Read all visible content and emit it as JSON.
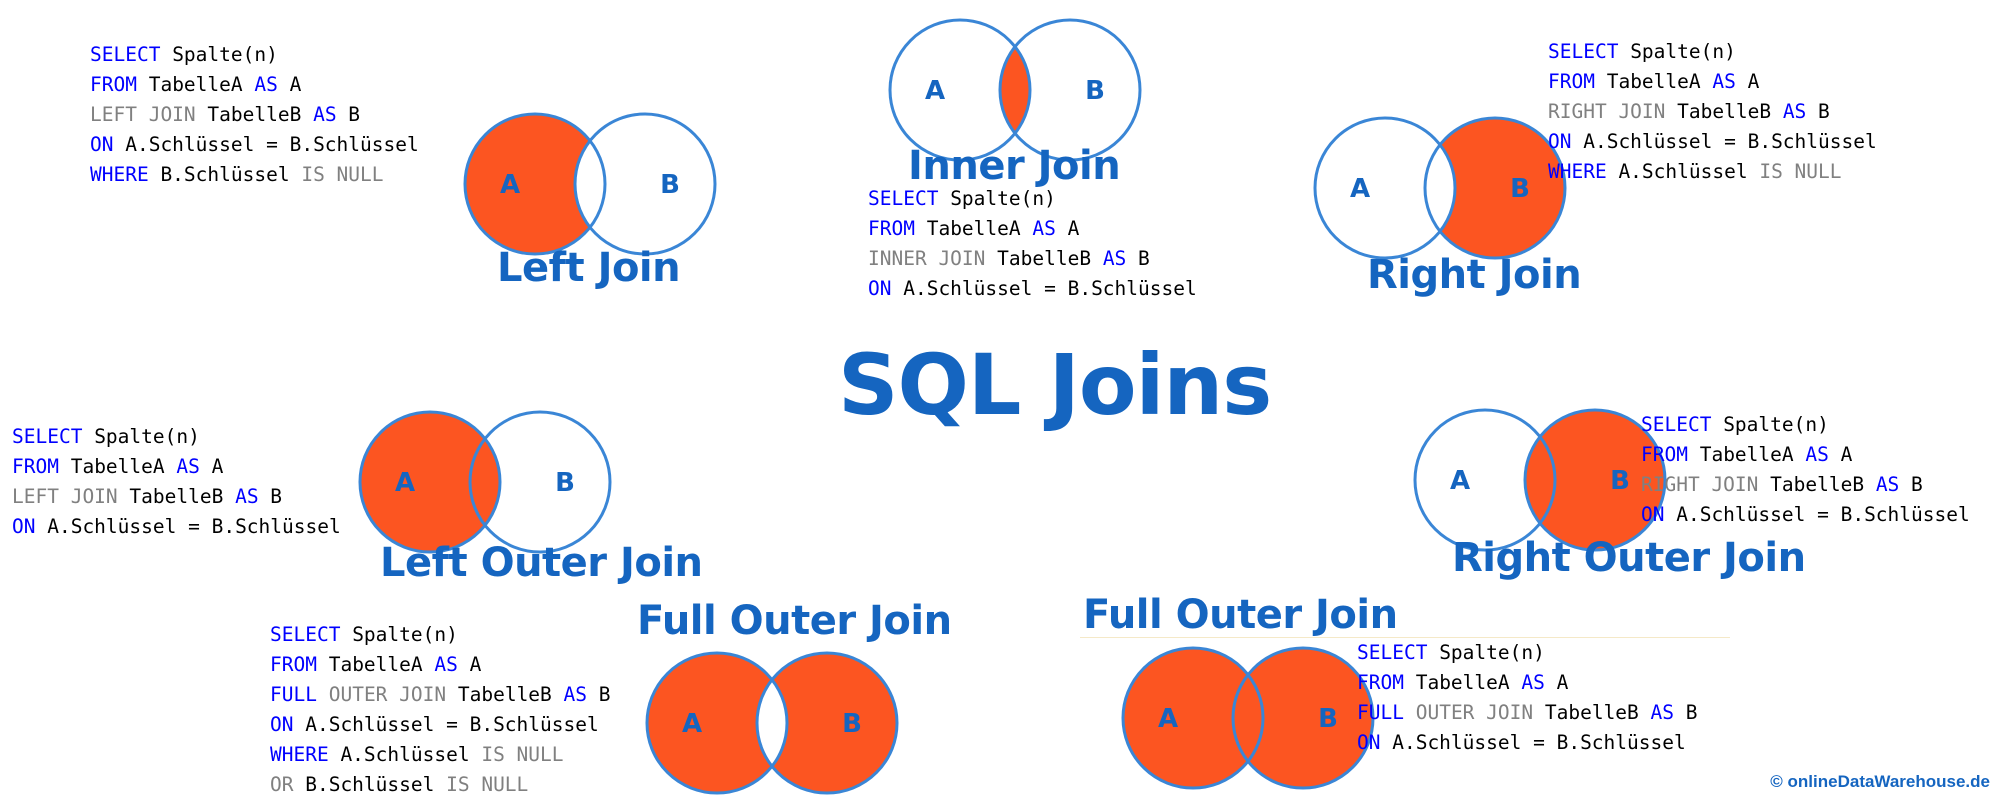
{
  "colors": {
    "accent": "#1565c0",
    "fill": "#fc5521",
    "circle_stroke": "#3a86d6",
    "keyword": "#0000ff",
    "gray": "#808080",
    "identifier": "#000000"
  },
  "title": "SQL Joins",
  "copyright": "© onlineDataWarehouse.de",
  "joins": [
    {
      "id": "left-join",
      "title": "Left Join",
      "venn": {
        "label_a": "A",
        "label_b": "B",
        "fill": "a_only"
      },
      "code": [
        [
          [
            "SELECT",
            "kw"
          ],
          [
            " Spalte(n)",
            "id"
          ]
        ],
        [
          [
            "FROM",
            "kw"
          ],
          [
            " TabelleA ",
            "id"
          ],
          [
            "AS",
            "kw"
          ],
          [
            " A",
            "id"
          ]
        ],
        [
          [
            "LEFT JOIN",
            "gray"
          ],
          [
            " TabelleB ",
            "id"
          ],
          [
            "AS",
            "kw"
          ],
          [
            " B",
            "id"
          ]
        ],
        [
          [
            "ON",
            "kw"
          ],
          [
            " A.Schlüssel = B.Schlüssel",
            "id"
          ]
        ],
        [
          [
            "WHERE",
            "kw"
          ],
          [
            " B.Schlüssel ",
            "id"
          ],
          [
            "IS NULL",
            "gray"
          ]
        ]
      ]
    },
    {
      "id": "inner-join",
      "title": "Inner Join",
      "venn": {
        "label_a": "A",
        "label_b": "B",
        "fill": "intersection"
      },
      "code": [
        [
          [
            "SELECT",
            "kw"
          ],
          [
            " Spalte(n)",
            "id"
          ]
        ],
        [
          [
            "FROM",
            "kw"
          ],
          [
            " TabelleA ",
            "id"
          ],
          [
            "AS",
            "kw"
          ],
          [
            " A",
            "id"
          ]
        ],
        [
          [
            "INNER JOIN",
            "gray"
          ],
          [
            " TabelleB ",
            "id"
          ],
          [
            "AS",
            "kw"
          ],
          [
            " B",
            "id"
          ]
        ],
        [
          [
            "ON",
            "kw"
          ],
          [
            " A.Schlüssel = B.Schlüssel",
            "id"
          ]
        ]
      ]
    },
    {
      "id": "right-join",
      "title": "Right Join",
      "venn": {
        "label_a": "A",
        "label_b": "B",
        "fill": "b_only"
      },
      "code": [
        [
          [
            "SELECT",
            "kw"
          ],
          [
            " Spalte(n)",
            "id"
          ]
        ],
        [
          [
            "FROM",
            "kw"
          ],
          [
            " TabelleA ",
            "id"
          ],
          [
            "AS",
            "kw"
          ],
          [
            " A",
            "id"
          ]
        ],
        [
          [
            "RIGHT JOIN",
            "gray"
          ],
          [
            " TabelleB ",
            "id"
          ],
          [
            "AS",
            "kw"
          ],
          [
            " B",
            "id"
          ]
        ],
        [
          [
            "ON",
            "kw"
          ],
          [
            " A.Schlüssel = B.Schlüssel",
            "id"
          ]
        ],
        [
          [
            "WHERE",
            "kw"
          ],
          [
            " A.Schlüssel ",
            "id"
          ],
          [
            "IS NULL",
            "gray"
          ]
        ]
      ]
    },
    {
      "id": "left-outer-join",
      "title": "Left Outer Join",
      "venn": {
        "label_a": "A",
        "label_b": "B",
        "fill": "a_all"
      },
      "code": [
        [
          [
            "SELECT",
            "kw"
          ],
          [
            " Spalte(n)",
            "id"
          ]
        ],
        [
          [
            "FROM",
            "kw"
          ],
          [
            " TabelleA ",
            "id"
          ],
          [
            "AS",
            "kw"
          ],
          [
            " A",
            "id"
          ]
        ],
        [
          [
            "LEFT JOIN",
            "gray"
          ],
          [
            " TabelleB ",
            "id"
          ],
          [
            "AS",
            "kw"
          ],
          [
            " B",
            "id"
          ]
        ],
        [
          [
            "ON",
            "kw"
          ],
          [
            " A.Schlüssel = B.Schlüssel",
            "id"
          ]
        ]
      ]
    },
    {
      "id": "right-outer-join",
      "title": "Right Outer Join",
      "venn": {
        "label_a": "A",
        "label_b": "B",
        "fill": "b_all"
      },
      "code": [
        [
          [
            "SELECT",
            "kw"
          ],
          [
            " Spalte(n)",
            "id"
          ]
        ],
        [
          [
            "FROM",
            "kw"
          ],
          [
            " TabelleA ",
            "id"
          ],
          [
            "AS",
            "kw"
          ],
          [
            " A",
            "id"
          ]
        ],
        [
          [
            "RIGHT JOIN",
            "gray"
          ],
          [
            " TabelleB ",
            "id"
          ],
          [
            "AS",
            "kw"
          ],
          [
            " B",
            "id"
          ]
        ],
        [
          [
            "ON",
            "kw"
          ],
          [
            " A.Schlüssel = B.Schlüssel",
            "id"
          ]
        ]
      ]
    },
    {
      "id": "full-outer-join-exclusive",
      "title": "Full Outer Join",
      "venn": {
        "label_a": "A",
        "label_b": "B",
        "fill": "symmetric_difference"
      },
      "code": [
        [
          [
            "SELECT",
            "kw"
          ],
          [
            " Spalte(n)",
            "id"
          ]
        ],
        [
          [
            "FROM",
            "kw"
          ],
          [
            " TabelleA ",
            "id"
          ],
          [
            "AS",
            "kw"
          ],
          [
            " A",
            "id"
          ]
        ],
        [
          [
            "FULL",
            "kw"
          ],
          [
            " ",
            "id"
          ],
          [
            "OUTER JOIN",
            "gray"
          ],
          [
            " TabelleB ",
            "id"
          ],
          [
            "AS",
            "kw"
          ],
          [
            " B",
            "id"
          ]
        ],
        [
          [
            "ON",
            "kw"
          ],
          [
            " A.Schlüssel = B.Schlüssel",
            "id"
          ]
        ],
        [
          [
            "WHERE",
            "kw"
          ],
          [
            " A.Schlüssel ",
            "id"
          ],
          [
            "IS NULL",
            "gray"
          ]
        ],
        [
          [
            "OR",
            "gray"
          ],
          [
            " B.Schlüssel ",
            "id"
          ],
          [
            "IS NULL",
            "gray"
          ]
        ]
      ]
    },
    {
      "id": "full-outer-join",
      "title": "Full Outer Join",
      "venn": {
        "label_a": "A",
        "label_b": "B",
        "fill": "union"
      },
      "code": [
        [
          [
            "SELECT",
            "kw"
          ],
          [
            " Spalte(n)",
            "id"
          ]
        ],
        [
          [
            "FROM",
            "kw"
          ],
          [
            " TabelleA ",
            "id"
          ],
          [
            "AS",
            "kw"
          ],
          [
            " A",
            "id"
          ]
        ],
        [
          [
            "FULL",
            "kw"
          ],
          [
            " ",
            "id"
          ],
          [
            "OUTER JOIN",
            "gray"
          ],
          [
            " TabelleB ",
            "id"
          ],
          [
            "AS",
            "kw"
          ],
          [
            " B",
            "id"
          ]
        ],
        [
          [
            "ON",
            "kw"
          ],
          [
            " A.Schlüssel = B.Schlüssel",
            "id"
          ]
        ]
      ]
    }
  ]
}
